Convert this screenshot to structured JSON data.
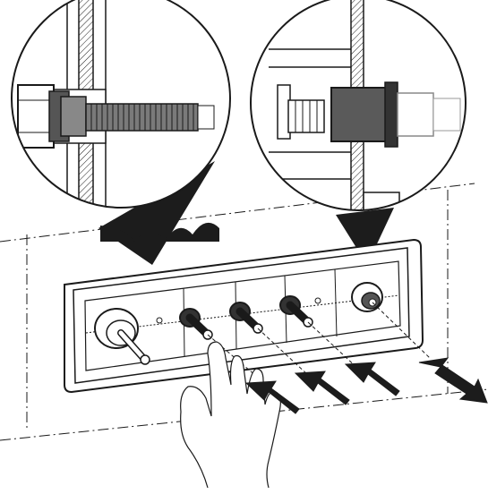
{
  "figure": {
    "kind": "technical-installation-illustration",
    "has_text": false,
    "stroke_color": "#1a1a1a",
    "fill_color": "#ffffff",
    "dark_fill": "#1c1c1c",
    "mid_fill": "#7a7a7a"
  },
  "callouts": [
    {
      "name": "detail-left",
      "depicts": "threaded-connector-with-hose"
    },
    {
      "name": "detail-right",
      "depicts": "push-fit-connector"
    }
  ],
  "panel": {
    "ports": [
      {
        "name": "port-1",
        "kind": "large-connector"
      },
      {
        "name": "port-2",
        "kind": "threaded-stem"
      },
      {
        "name": "port-3",
        "kind": "threaded-stem"
      },
      {
        "name": "port-4",
        "kind": "threaded-stem"
      },
      {
        "name": "port-5",
        "kind": "push-fit-socket"
      }
    ]
  },
  "arrows": [
    {
      "name": "insert-arrow-1",
      "direction": "up-left"
    },
    {
      "name": "insert-arrow-2",
      "direction": "up-left"
    },
    {
      "name": "insert-arrow-3",
      "direction": "up-left"
    },
    {
      "name": "double-arrow",
      "direction": "both"
    }
  ]
}
